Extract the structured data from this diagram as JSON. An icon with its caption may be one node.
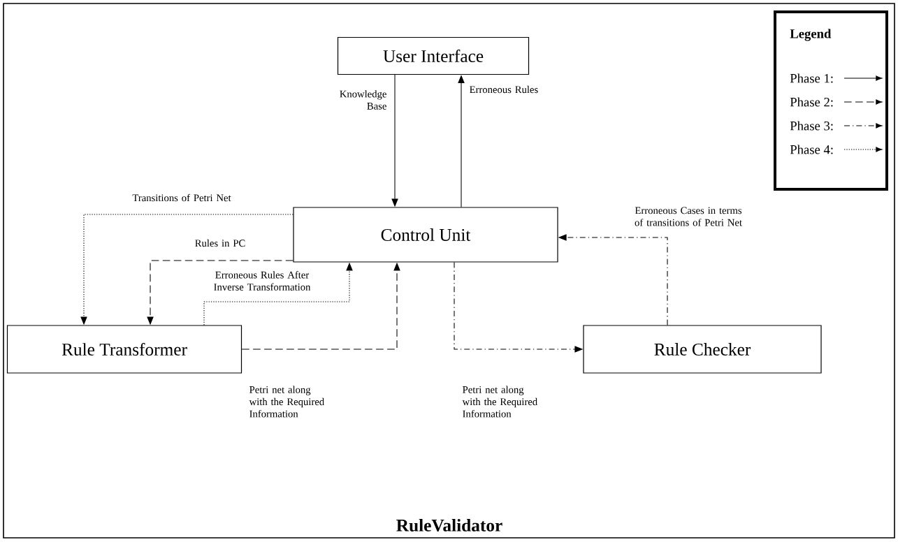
{
  "diagram": {
    "title": "RuleValidator",
    "nodes": [
      {
        "text": [
          "User Interface"
        ]
      },
      {
        "text": [
          "Control Unit"
        ]
      },
      {
        "text": [
          "Rule Transformer"
        ]
      },
      {
        "text": [
          "Rule Checker"
        ]
      }
    ],
    "edges": [
      {
        "from": 0,
        "to": 1,
        "arrow": "to",
        "label": "Knowledge Base"
      },
      {
        "from": 1,
        "to": 0,
        "arrow": "to",
        "label": "Erroneous Rules"
      },
      {
        "from": 1,
        "to": 2,
        "arrow": "to",
        "label": "Transitions of Petri Net",
        "style": "dashed"
      },
      {
        "from": 1,
        "to": 2,
        "arrow": "to",
        "label": "Rules in PC",
        "style": "dashed"
      },
      {
        "from": 2,
        "to": 1,
        "arrow": "to",
        "label": "Erroneous Rules After Inverse Transformation",
        "style": "dashed"
      },
      {
        "from": 2,
        "to": 1,
        "arrow": "to",
        "label": "Petri net along with the Required Information",
        "style": "dashed"
      },
      {
        "from": 1,
        "to": 3,
        "arrow": "to",
        "label": "Petri net along with the Required Information",
        "style": "dashed"
      },
      {
        "from": 3,
        "to": 1,
        "arrow": "to",
        "label": "Erroneous Cases in terms of transitions of Petri Net",
        "style": "dashed"
      }
    ],
    "labels": [
      "Legend"
    ],
    "legend": [
      {
        "text": "Phase 1:"
      },
      {
        "text": "Phase 2:"
      },
      {
        "text": "Phase 3:"
      },
      {
        "text": "Phase 4:"
      }
    ]
  }
}
